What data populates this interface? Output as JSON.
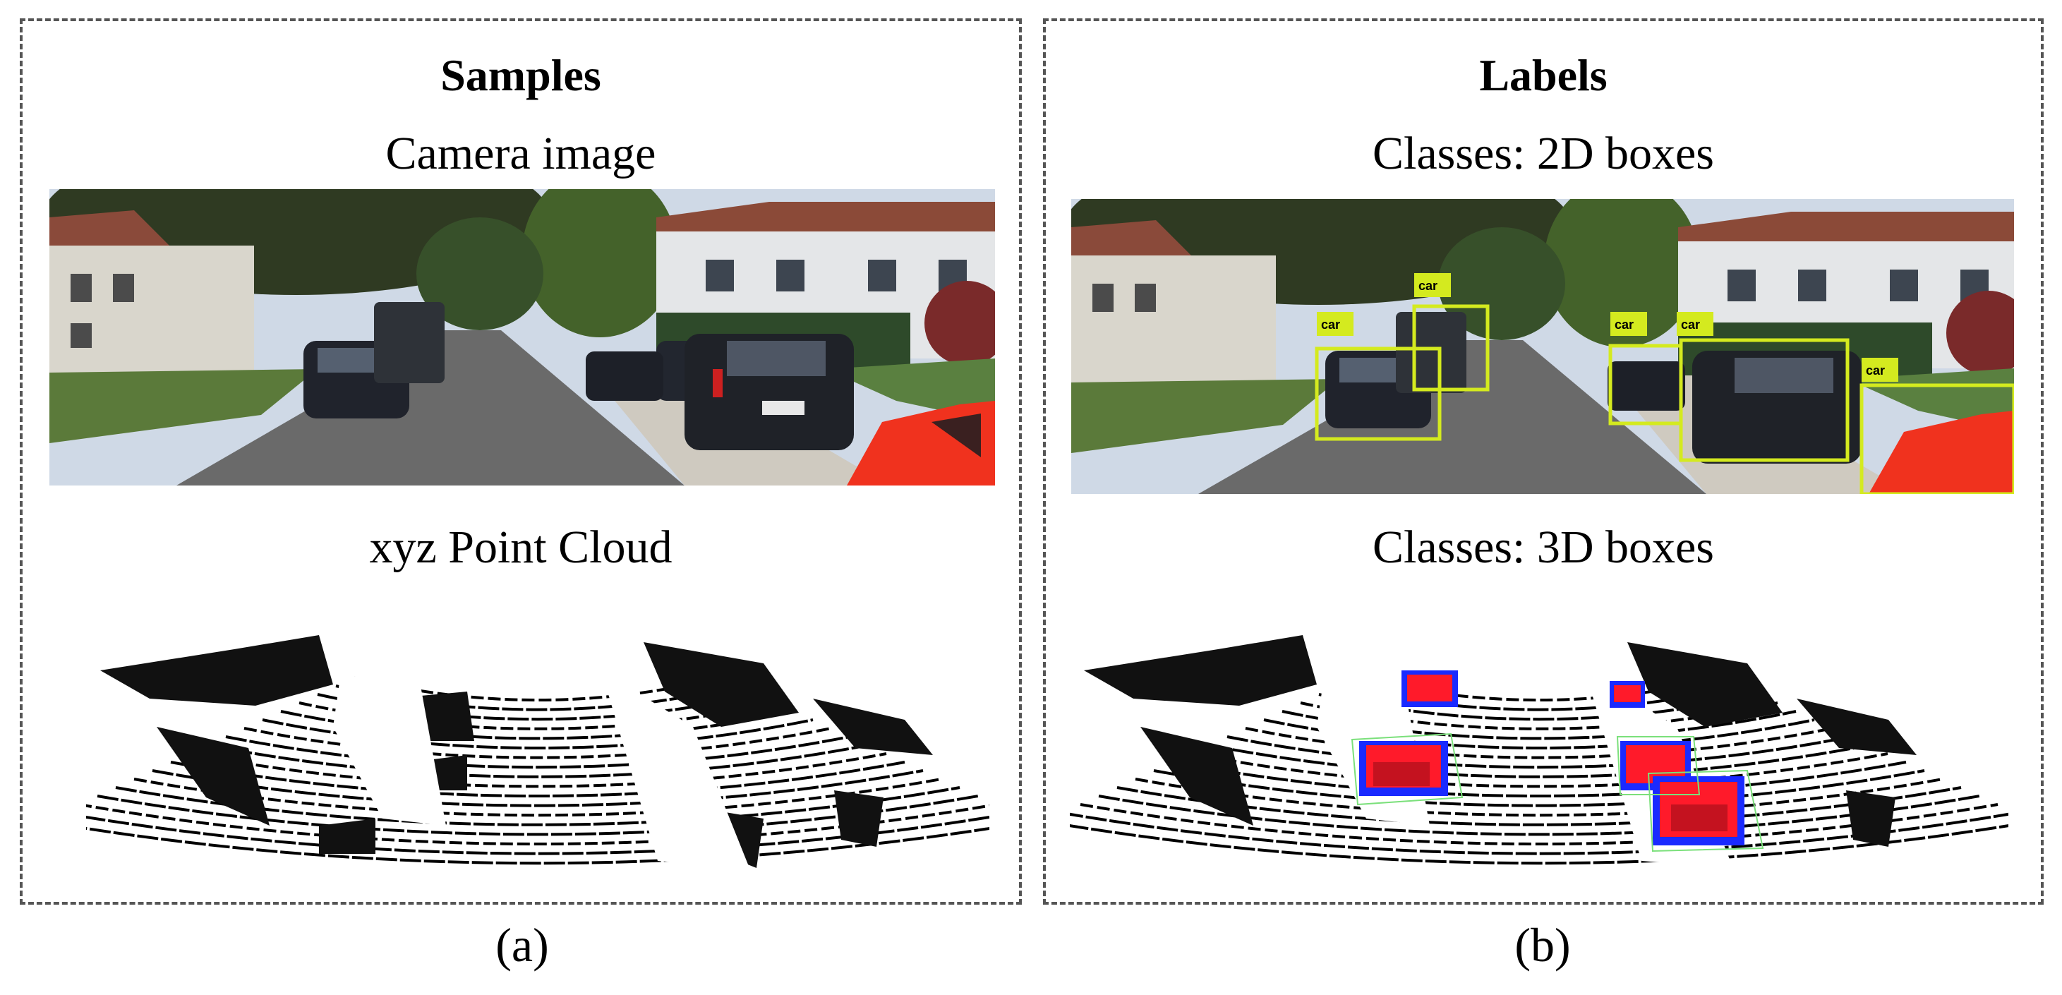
{
  "panel_a": {
    "heading": "Samples",
    "camera_label": "Camera image",
    "pointcloud_label": "xyz Point Cloud",
    "caption": "(a)"
  },
  "panel_b": {
    "heading": "Labels",
    "camera_label": "Classes: 2D boxes",
    "pointcloud_label": "Classes: 3D boxes",
    "caption": "(b)",
    "box_tag": "car"
  },
  "colors": {
    "box_2d": "#d4ea1f",
    "box_3d_fill": "#ff1a2a",
    "box_3d_edge": "#1a2aff",
    "car_red": "#f0321e",
    "border": "#555555"
  }
}
